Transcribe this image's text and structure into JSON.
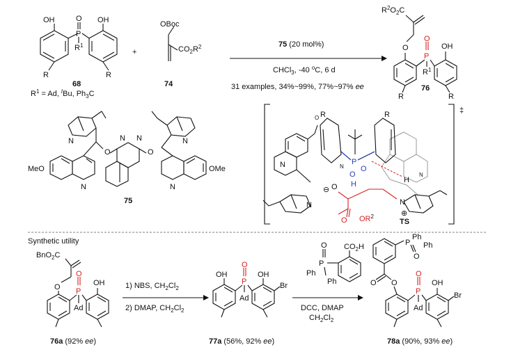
{
  "top_scheme": {
    "cmp68_oh_left": "OH",
    "cmp68_oh_right": "OH",
    "cmp68_o": "O",
    "cmp68_p": "P",
    "cmp68_r1": "R",
    "cmp68_r1_sup": "1",
    "cmp68_r_left": "R",
    "cmp68_r_right": "R",
    "cmp68_label": "68",
    "cmp68_def_prefix": "R",
    "cmp68_def_sup": "1",
    "cmp68_def_text": " = Ad, ",
    "cmp68_def_t": "t",
    "cmp68_def_rest": "Bu, Ph",
    "cmp68_def_sub": "3",
    "cmp68_def_end": "C",
    "plus": "+",
    "cmp74_oboc": "OBoc",
    "cmp74_co2": "CO",
    "cmp74_co2_sub": "2",
    "cmp74_r": "R",
    "cmp74_r_sup": "2",
    "cmp74_label": "74",
    "cat_num": "75",
    "cat_rest": " (20 mol%)",
    "cond_prefix": "CHCl",
    "cond_sub": "3",
    "cond_rest": ", -40 ",
    "cond_deg": "o",
    "cond_end": "C, 6 d",
    "scope_text": "31 examples, 34%~99%, 77%~97% ",
    "scope_ee": "ee",
    "cmp76_r2": "R",
    "cmp76_r2_sup": "2",
    "cmp76_o2c": "O",
    "cmp76_o2c_sub": "2",
    "cmp76_c": "C",
    "cmp76_o": "O",
    "cmp76_p_o": "O",
    "cmp76_p": "P",
    "cmp76_oh": "OH",
    "cmp76_r1": "R",
    "cmp76_r1_sup": "1",
    "cmp76_r_left": "R",
    "cmp76_r_right": "R",
    "cmp76_label": "76"
  },
  "catalyst": {
    "n_left": "N",
    "o_left": "O",
    "nn_left": "N",
    "nn_right": "N",
    "o_right": "O",
    "n_right": "N",
    "meo": "MeO",
    "ome": "OMe",
    "n_q_left": "N",
    "n_q_right": "N",
    "label": "75"
  },
  "ts": {
    "r_left": "R",
    "r_right": "R",
    "dagger": "‡",
    "n_quin": "N",
    "o_meo": "O",
    "n_plus": "N",
    "p": "P",
    "o1": "O",
    "o2": "O",
    "h1": "H",
    "h2": "H",
    "n_quin2": "N",
    "o_minus": "O",
    "minus": "⊖",
    "n_bottom": "N",
    "n_cation": "N",
    "plus": "⊕",
    "o_ester": "O",
    "or2": "OR",
    "or2_sup": "2",
    "label": "TS"
  },
  "utility": {
    "heading": "Synthetic utility",
    "cmp76a_bno2c": "BnO",
    "cmp76a_sub": "2",
    "cmp76a_c": "C",
    "cmp76a_o": "O",
    "cmp76a_p_o": "O",
    "cmp76a_p": "P",
    "cmp76a_oh": "OH",
    "cmp76a_ad": "Ad",
    "cmp76a_label": "76a",
    "cmp76a_yield": " (92% ",
    "cmp76a_ee": "ee",
    "cmp76a_close": ")",
    "step1": "1) NBS, CH",
    "step1_sub": "2",
    "step1_cl": "Cl",
    "step1_sub2": "2",
    "step2": "2) DMAP, CH",
    "step2_sub": "2",
    "step2_cl": "Cl",
    "step2_sub2": "2",
    "cmp77a_oh1": "OH",
    "cmp77a_o": "O",
    "cmp77a_p": "P",
    "cmp77a_oh2": "OH",
    "cmp77a_br": "Br",
    "cmp77a_ad": "Ad",
    "cmp77a_label": "77a",
    "cmp77a_yield": " (56%, 92% ",
    "cmp77a_ee": "ee",
    "cmp77a_close": ")",
    "reag_o": "O",
    "reag_co2h": "CO",
    "reag_co2h_sub": "2",
    "reag_h": "H",
    "reag_ph1": "Ph",
    "reag_p": "P",
    "reag_ph2": "Ph",
    "cond3_1": "DCC, DMAP",
    "cond3_2": "CH",
    "cond3_sub": "2",
    "cond3_cl": "Cl",
    "cond3_sub2": "2",
    "cmp78a_ph1": "Ph",
    "cmp78a_p": "P",
    "cmp78a_ph2": "Ph",
    "cmp78a_po": "O",
    "cmp78a_o1": "O",
    "cmp78a_o2": "O",
    "cmp78a_o3": "O",
    "cmp78a_p2": "P",
    "cmp78a_oh": "OH",
    "cmp78a_br": "Br",
    "cmp78a_ad": "Ad",
    "cmp78a_label": "78a",
    "cmp78a_yield": " (90%, 93% ",
    "cmp78a_ee": "ee",
    "cmp78a_close": ")"
  }
}
